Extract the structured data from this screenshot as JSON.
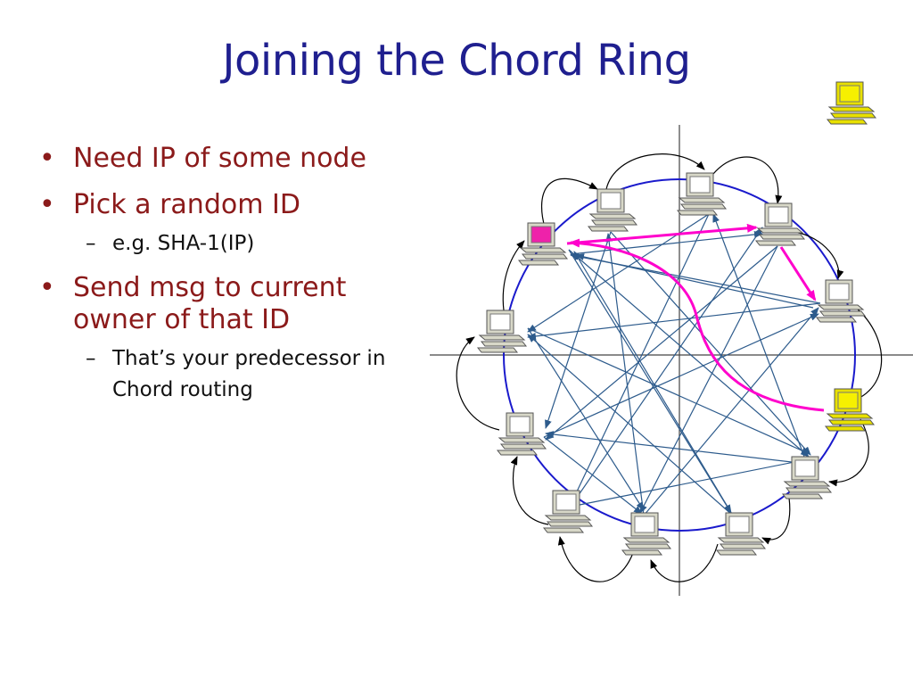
{
  "slide": {
    "title": "Joining the Chord Ring"
  },
  "bullets": [
    {
      "text": "Need IP of some node",
      "level": 1
    },
    {
      "text": "Pick a random ID",
      "level": 1
    },
    {
      "text": "e.g. SHA-1(IP)",
      "level": 2
    },
    {
      "text": "Send msg to current owner of that ID",
      "level": 1
    },
    {
      "text": "That’s your predecessor in Chord routing",
      "level": 2
    }
  ],
  "colors": {
    "title": "#1f1f8f",
    "bullet_level1": "#8b1a1a",
    "ring": "#1a1acc",
    "finger_arrows": "#2d5b8c",
    "lookup_path": "#ff00cc",
    "joining_node": "#e8e000",
    "requesting_node_screen": "#ee22aa"
  },
  "icons": {
    "ring_node": "computer-icon",
    "joining_node": "computer-icon-yellow",
    "requesting_node": "computer-icon-magenta"
  }
}
